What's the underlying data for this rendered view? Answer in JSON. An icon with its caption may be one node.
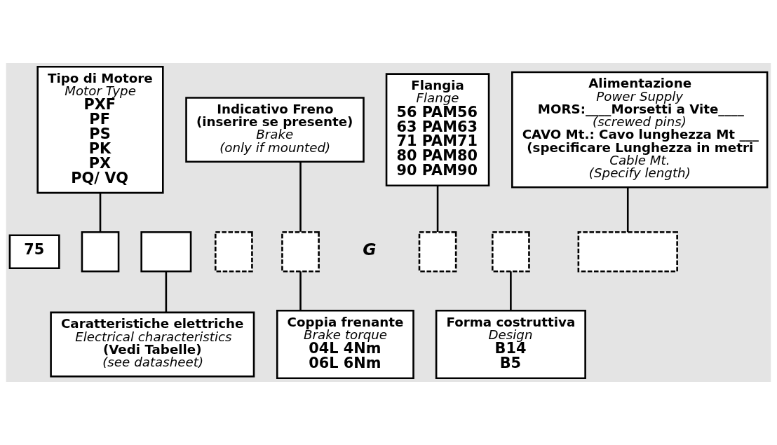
{
  "diagram": {
    "nodes": [
      {
        "text": [
          "Tipo di Motore",
          "Motor Type",
          "PXF",
          "PF",
          "PS",
          "PK",
          "PX",
          "PQ/ VQ"
        ]
      },
      {
        "text": [
          "Indicativo Freno",
          "(inserire se presente)",
          "Brake",
          "(only if mounted)"
        ]
      },
      {
        "text": [
          "Flangia",
          "Flange",
          "56 PAM56",
          "63 PAM63",
          "71 PAM71",
          "80 PAM80",
          "90 PAM90"
        ]
      },
      {
        "text": [
          "Alimentazione",
          "Power Supply",
          "MORS:____Morsetti a Vite____",
          "(screwed pins)",
          "CAVO Mt.: Cavo lunghezza Mt ___",
          "(specificare Lunghezza in metri",
          "Cable Mt.",
          "(Specify length)"
        ]
      },
      {
        "text": [
          "75"
        ]
      },
      {
        "text": [],
        "shape": "box"
      },
      {
        "text": [],
        "shape": "box"
      },
      {
        "text": [],
        "shape": "box"
      },
      {
        "text": [],
        "shape": "box"
      },
      {
        "text": [],
        "shape": "box"
      },
      {
        "text": [],
        "shape": "box"
      },
      {
        "text": [],
        "shape": "box"
      },
      {
        "text": [
          "Caratteristiche elettriche",
          "Electrical characteristics",
          "(Vedi Tabelle)",
          "(see datasheet)"
        ]
      },
      {
        "text": [
          "Coppia frenante",
          "Brake torque",
          "04L 4Nm",
          "06L 6Nm"
        ]
      },
      {
        "text": [
          "Forma costruttiva",
          "Design",
          "B14",
          "B5"
        ]
      }
    ],
    "edges": [
      {
        "from": 0,
        "to": 5,
        "arrow": "none"
      },
      {
        "from": 1,
        "to": 8,
        "arrow": "none"
      },
      {
        "from": 2,
        "to": 9,
        "arrow": "none"
      },
      {
        "from": 3,
        "to": 11,
        "arrow": "none"
      },
      {
        "from": 6,
        "to": 12,
        "arrow": "none"
      },
      {
        "from": 8,
        "to": 13,
        "arrow": "none"
      },
      {
        "from": 10,
        "to": 14,
        "arrow": "none"
      }
    ],
    "labels": [
      "G"
    ]
  }
}
